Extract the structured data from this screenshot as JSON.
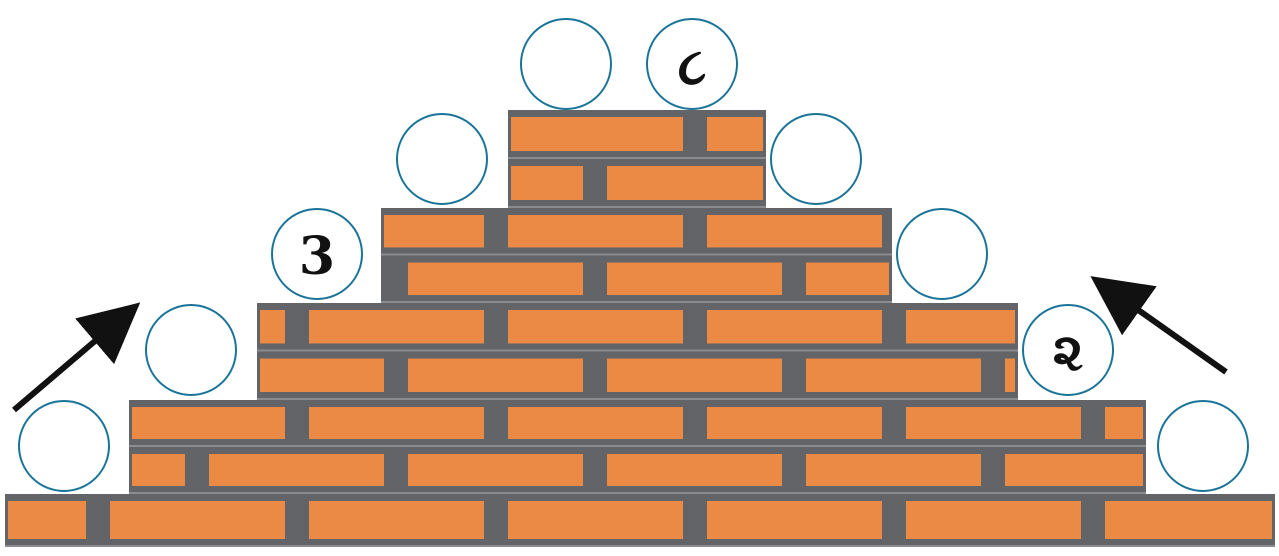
{
  "colors": {
    "brick": "#EB8A45",
    "mortar": "#626468",
    "mortar_line": "#8A8C90",
    "circle_stroke": "#1A7497",
    "arrow": "#111111",
    "background": "#FFFFFF"
  },
  "circles": [
    {
      "id": "top-left",
      "label": ""
    },
    {
      "id": "top-right",
      "label": "૮"
    },
    {
      "id": "level2-left",
      "label": ""
    },
    {
      "id": "level2-right",
      "label": ""
    },
    {
      "id": "level3-left",
      "label": "3"
    },
    {
      "id": "level3-right",
      "label": ""
    },
    {
      "id": "level4-left",
      "label": ""
    },
    {
      "id": "level4-right",
      "label": "૨"
    },
    {
      "id": "bottom-left",
      "label": ""
    },
    {
      "id": "bottom-right",
      "label": ""
    }
  ],
  "arrows": [
    {
      "id": "left-arrow",
      "direction": "up-right"
    },
    {
      "id": "right-arrow",
      "direction": "up-left"
    }
  ]
}
